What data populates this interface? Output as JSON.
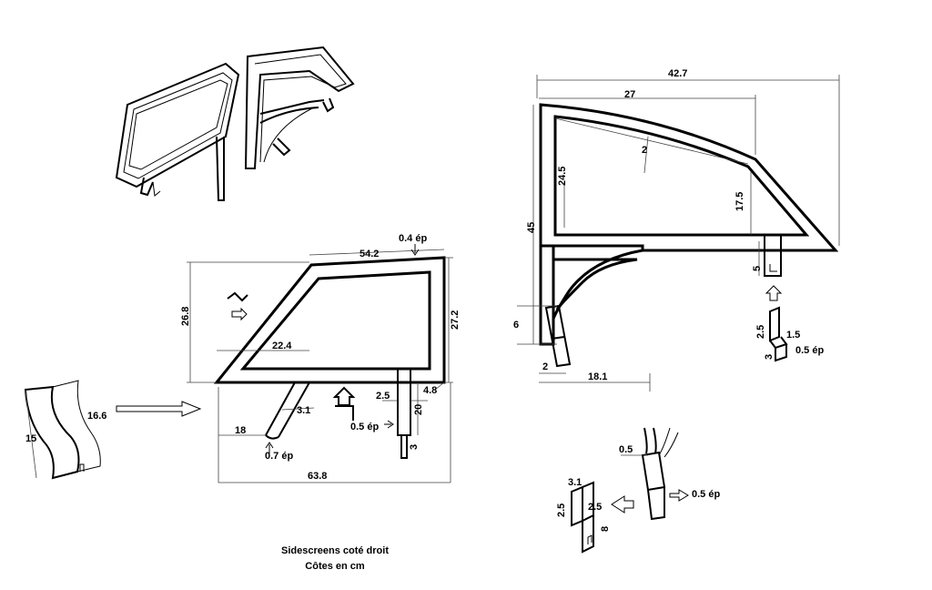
{
  "caption": {
    "line1": "Sidescreens coté droit",
    "line2": "Côtes en cm"
  },
  "front_screen": {
    "top": "54.2",
    "thickness": "0.4 ép",
    "height_left": "26.8",
    "height_right": "27.2",
    "inner_width": "22.4",
    "stay_width": "3.1",
    "stay_offset": "18",
    "stay_thickness": "0.7 ép",
    "post_width": "2.5",
    "post_length": "20",
    "post_offset": "4.8",
    "post_thickness": "0.5 ép",
    "post_pin": "3",
    "overall_width": "63.8"
  },
  "bent_stay": {
    "height": "15",
    "length": "16.6"
  },
  "rear_screen": {
    "overall_width": "42.7",
    "top_width": "27",
    "height": "45",
    "inner_height": "24.5",
    "diagonal": "2",
    "rear_height": "17.5",
    "clip_height": "5",
    "foot_height": "6",
    "foot_width": "2",
    "base_width": "18.1"
  },
  "clip_detail": {
    "height": "2.5",
    "width": "1.5",
    "depth": "3",
    "thickness": "0.5 ép"
  },
  "foot_detail": {
    "top": "0.5",
    "thickness": "0.5 ép",
    "width": "3.1",
    "left_height": "2.5",
    "inner_height": "2.5",
    "length": "8"
  }
}
